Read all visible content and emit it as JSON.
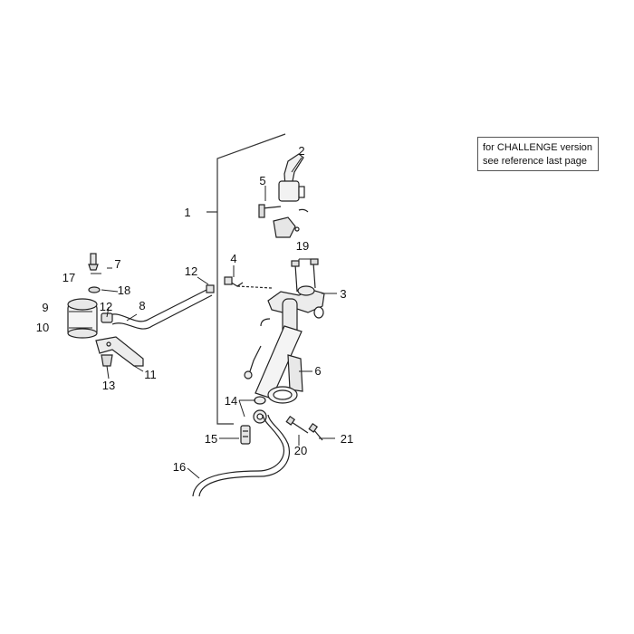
{
  "note": {
    "line1": "for CHALLENGE version",
    "line2": "see reference last page"
  },
  "callouts": [
    "1",
    "2",
    "3",
    "4",
    "5",
    "6",
    "7",
    "8",
    "9",
    "10",
    "11",
    "12",
    "12",
    "13",
    "14",
    "15",
    "16",
    "17",
    "18",
    "19",
    "20",
    "21"
  ]
}
